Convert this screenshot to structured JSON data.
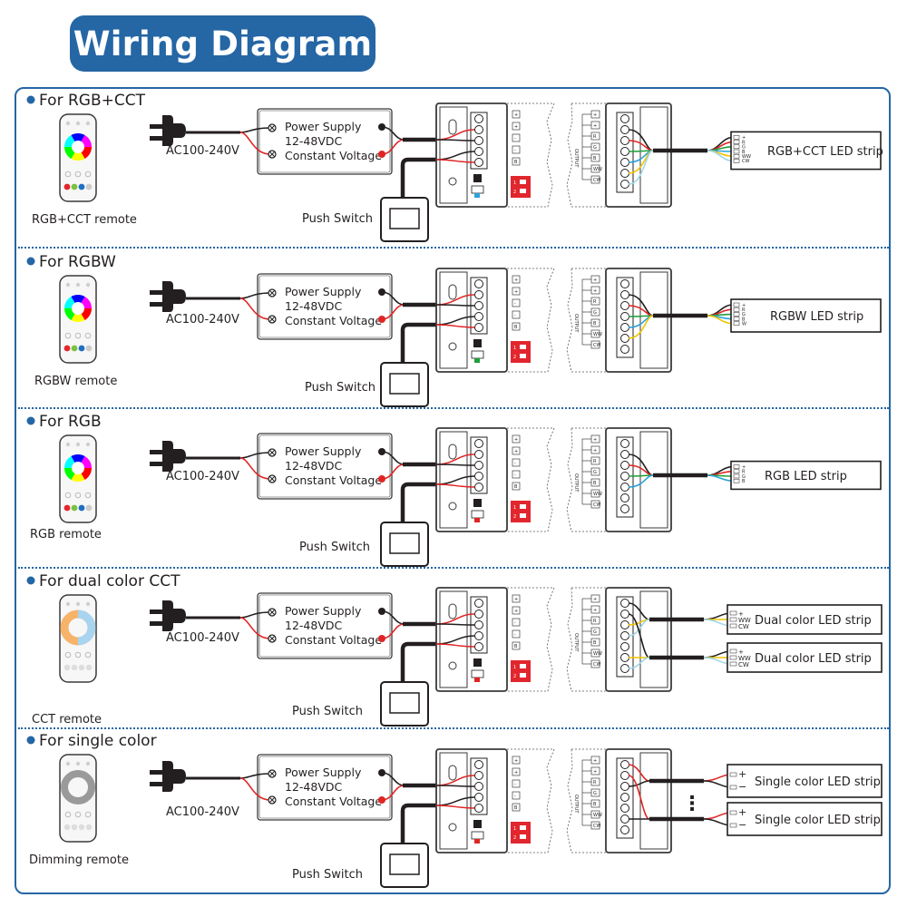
{
  "title": "Wiring Diagram",
  "colors": {
    "accent": "#2566a5",
    "wire_red": "#e02424",
    "wire_black": "#231f20",
    "wire_green": "#1f9e3a",
    "wire_blue": "#2ba3d8",
    "wire_yellow": "#f2c200",
    "wire_lightblue": "#9fd6ea",
    "dip_switch": "#e1262d"
  },
  "common": {
    "ac_label": "AC100-240V",
    "power_supply": [
      "Power Supply",
      "12-48VDC",
      "Constant Voltage"
    ],
    "push_switch": "Push Switch",
    "controller_output_label": "OUTPUT",
    "controller_input_terminals": [
      "+",
      "+",
      "-",
      "-",
      "B"
    ],
    "controller_output_terminals": [
      "+",
      "+",
      "R",
      "G",
      "B",
      "WW",
      "CW"
    ],
    "dip_labels": [
      "1",
      "2"
    ]
  },
  "sections": [
    {
      "id": "rgbcct",
      "title": "For RGB+CCT",
      "remote_label": "RGB+CCT remote",
      "remote_type": "rgb",
      "strips": [
        {
          "label": "RGB+CCT LED strip",
          "pins": [
            "+",
            "R",
            "G",
            "B",
            "WW",
            "CW"
          ]
        }
      ]
    },
    {
      "id": "rgbw",
      "title": "For RGBW",
      "remote_label": "RGBW remote",
      "remote_type": "rgb",
      "strips": [
        {
          "label": "RGBW LED strip",
          "pins": [
            "+",
            "R",
            "G",
            "B",
            "W"
          ]
        }
      ]
    },
    {
      "id": "rgb",
      "title": "For RGB",
      "remote_label": "RGB remote",
      "remote_type": "rgb",
      "strips": [
        {
          "label": "RGB LED strip",
          "pins": [
            "+",
            "R",
            "G",
            "B"
          ]
        }
      ]
    },
    {
      "id": "cct",
      "title": "For dual color CCT",
      "remote_label": "CCT remote",
      "remote_type": "cct",
      "strips": [
        {
          "label": "Dual color LED strip",
          "pins": [
            "+",
            "WW",
            "CW"
          ]
        },
        {
          "label": "Dual color LED strip",
          "pins": [
            "+",
            "WW",
            "CW"
          ]
        }
      ]
    },
    {
      "id": "single",
      "title": "For single color",
      "remote_label": "Dimming remote",
      "remote_type": "dim",
      "strips": [
        {
          "label": "Single color LED strip",
          "pins": [
            "+",
            "−"
          ]
        },
        {
          "label": "Single color LED strip",
          "pins": [
            "+",
            "−"
          ]
        }
      ],
      "ellipsis": "⋮"
    }
  ]
}
